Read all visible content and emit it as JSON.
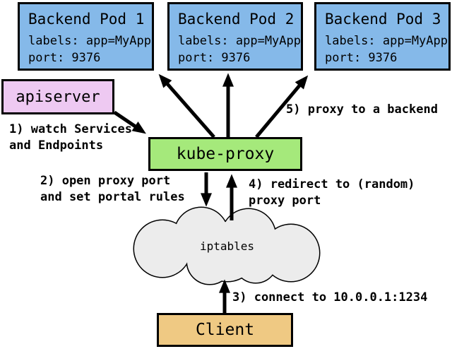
{
  "colors": {
    "pod_fill": "#85b9e9",
    "apiserver_fill": "#eec9f2",
    "kubeproxy_fill": "#a5e97b",
    "client_fill": "#efc983",
    "cloud_fill": "#ececec",
    "line_color": "#000000"
  },
  "pods": [
    {
      "title": "Backend Pod 1",
      "labels": "labels: app=MyApp",
      "port": "port: 9376"
    },
    {
      "title": "Backend Pod 2",
      "labels": "labels: app=MyApp",
      "port": "port: 9376"
    },
    {
      "title": "Backend Pod 3",
      "labels": "labels: app=MyApp",
      "port": "port: 9376"
    }
  ],
  "nodes": {
    "apiserver": "apiserver",
    "kube_proxy": "kube-proxy",
    "iptables": "iptables",
    "client": "Client"
  },
  "annotations": {
    "step1": {
      "line1": "1) watch Services",
      "line2": "and Endpoints"
    },
    "step2": {
      "line1": "2) open proxy port",
      "line2": "and set portal rules"
    },
    "step3": {
      "line1": "3) connect to 10.0.0.1:1234"
    },
    "step4": {
      "line1": "4) redirect to (random)",
      "line2": "proxy port"
    },
    "step5": {
      "line1": "5) proxy to a backend"
    }
  }
}
